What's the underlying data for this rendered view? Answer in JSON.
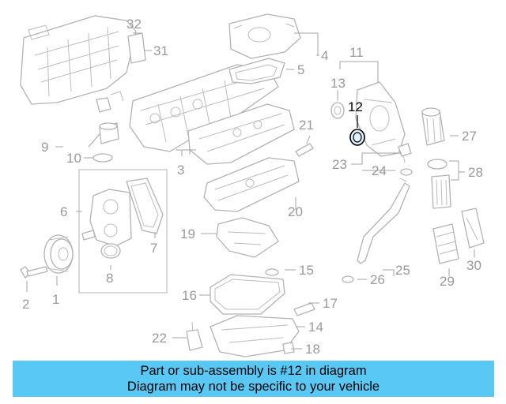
{
  "diagram": {
    "highlighted_part": "12",
    "callouts": [
      "1",
      "2",
      "3",
      "4",
      "5",
      "6",
      "7",
      "8",
      "9",
      "10",
      "11",
      "12",
      "13",
      "14",
      "15",
      "16",
      "17",
      "18",
      "19",
      "20",
      "21",
      "22",
      "23",
      "24",
      "25",
      "26",
      "27",
      "28",
      "29",
      "30",
      "31",
      "32"
    ]
  },
  "banner": {
    "line1": "Part or sub-assembly is #12 in diagram",
    "line2": "Diagram may not be specific to your vehicle"
  },
  "colors": {
    "banner_bg": "#5ac8f5",
    "line_art": "#b3b3b3",
    "callout_text": "#9a9a9a",
    "highlight": "#000000"
  }
}
